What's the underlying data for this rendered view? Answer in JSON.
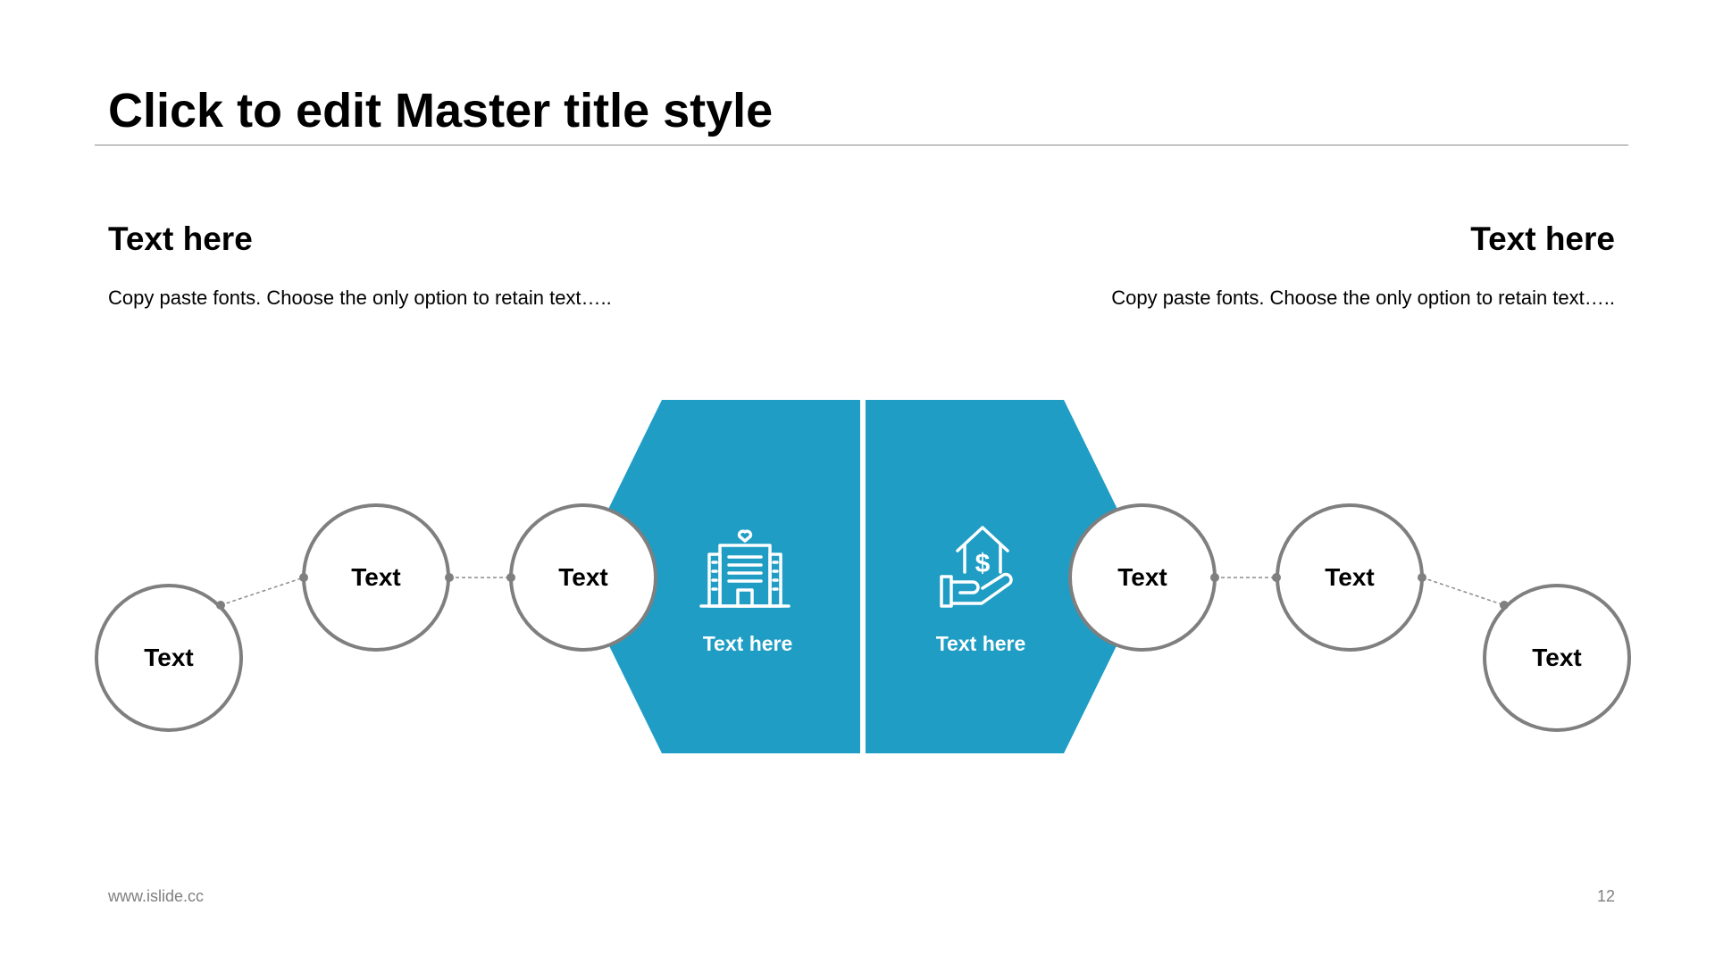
{
  "slide": {
    "title": "Click to edit Master title style",
    "left_block": {
      "heading": "Text here",
      "body": "Copy paste fonts. Choose the only option to retain text….."
    },
    "right_block": {
      "heading": "Text here",
      "body": "Copy paste fonts. Choose the only option to retain text….."
    }
  },
  "diagram": {
    "panels": [
      {
        "label": "Text here",
        "icon": "hospital-building-icon"
      },
      {
        "label": "Text here",
        "icon": "house-money-hand-icon"
      }
    ],
    "left_circles": [
      "Text",
      "Text",
      "Text"
    ],
    "right_circles": [
      "Text",
      "Text",
      "Text"
    ]
  },
  "footer": {
    "website": "www.islide.cc",
    "page_number": "12"
  },
  "colors": {
    "accent": "#1F9DC4",
    "circle_stroke": "#7F7F7F",
    "connector": "#8C8C8C",
    "rule": "#8A8A8A"
  }
}
